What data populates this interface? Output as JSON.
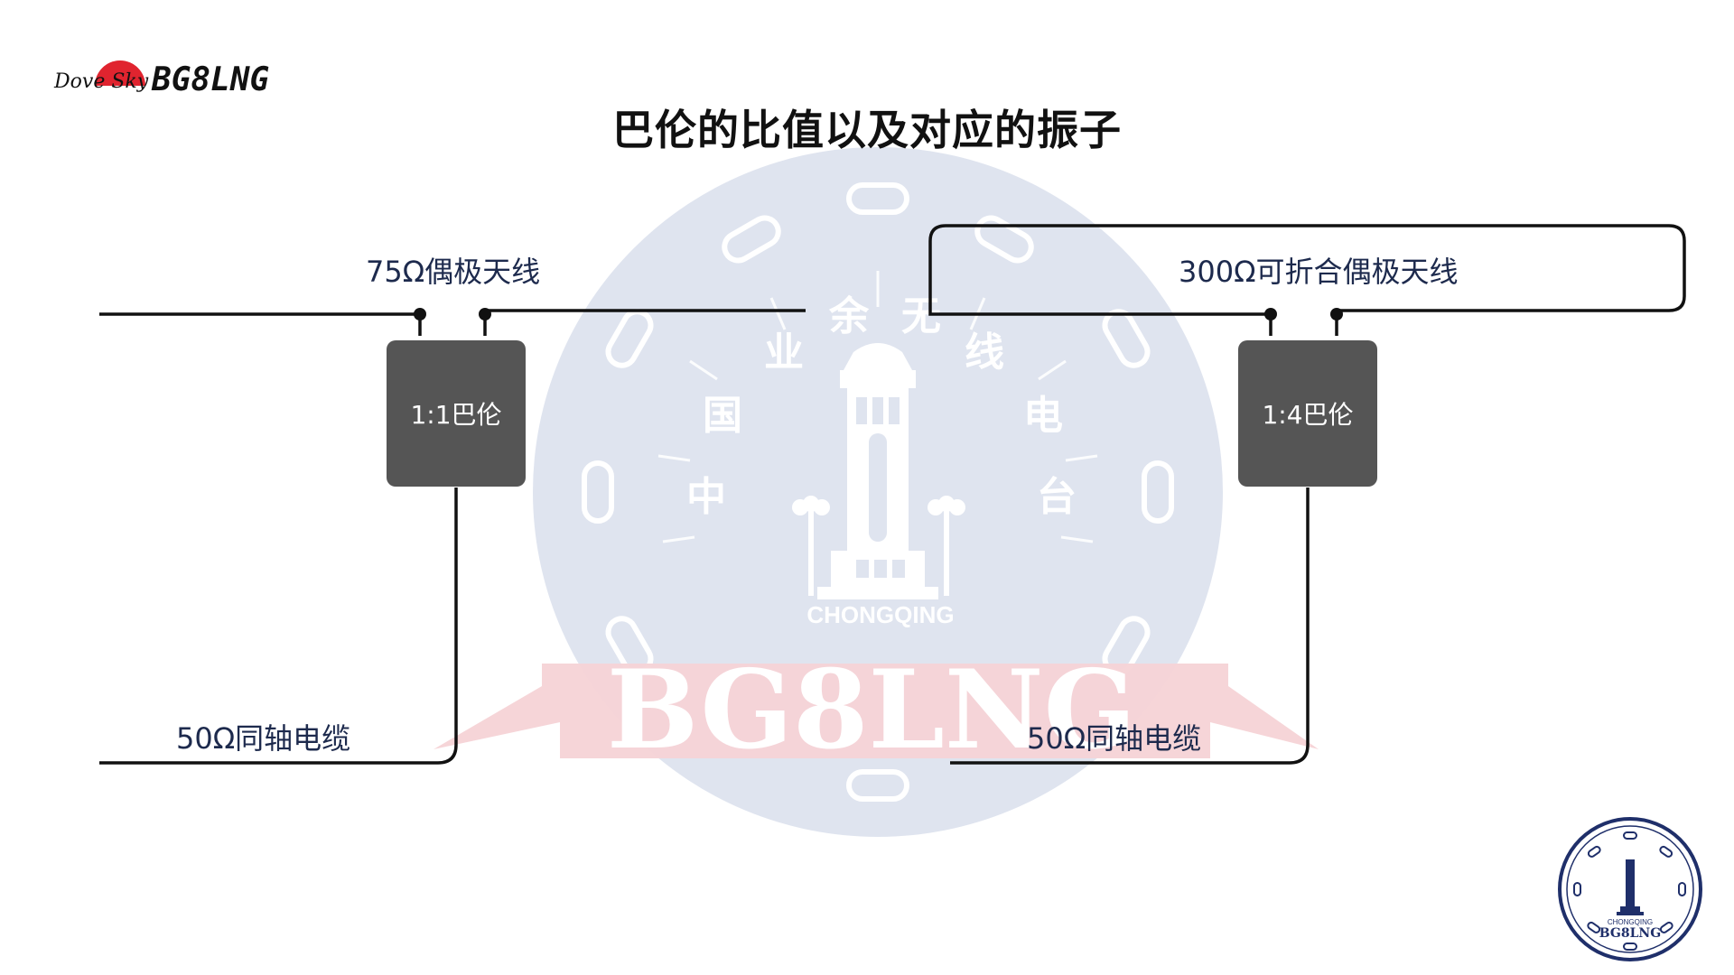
{
  "header": {
    "brand_script": "Dove Sky",
    "callsign_logo": "BG8LNG"
  },
  "title": "巴伦的比值以及对应的振子",
  "left_diagram": {
    "antenna_label": "75Ω偶极天线",
    "balun_label": "1:1巴伦",
    "cable_label": "50Ω同轴电缆"
  },
  "right_diagram": {
    "antenna_label": "300Ω可折合偶极天线",
    "balun_label": "1:4巴伦",
    "cable_label": "50Ω同轴电缆"
  },
  "watermark": {
    "ring_text": "中国业余无线电台",
    "city": "CHONGQING",
    "callsign": "BG8LNG"
  },
  "corner_badge": {
    "city": "CHONGQING",
    "callsign": "BG8LNG"
  },
  "colors": {
    "wire": "#111111",
    "balun_fill": "#555555",
    "label_text": "#1d2a4d",
    "watermark_blue": "#dfe4ef",
    "watermark_ribbon": "#f6d3d6",
    "logo_red": "#e0242f",
    "badge_navy": "#1f2f6a"
  }
}
